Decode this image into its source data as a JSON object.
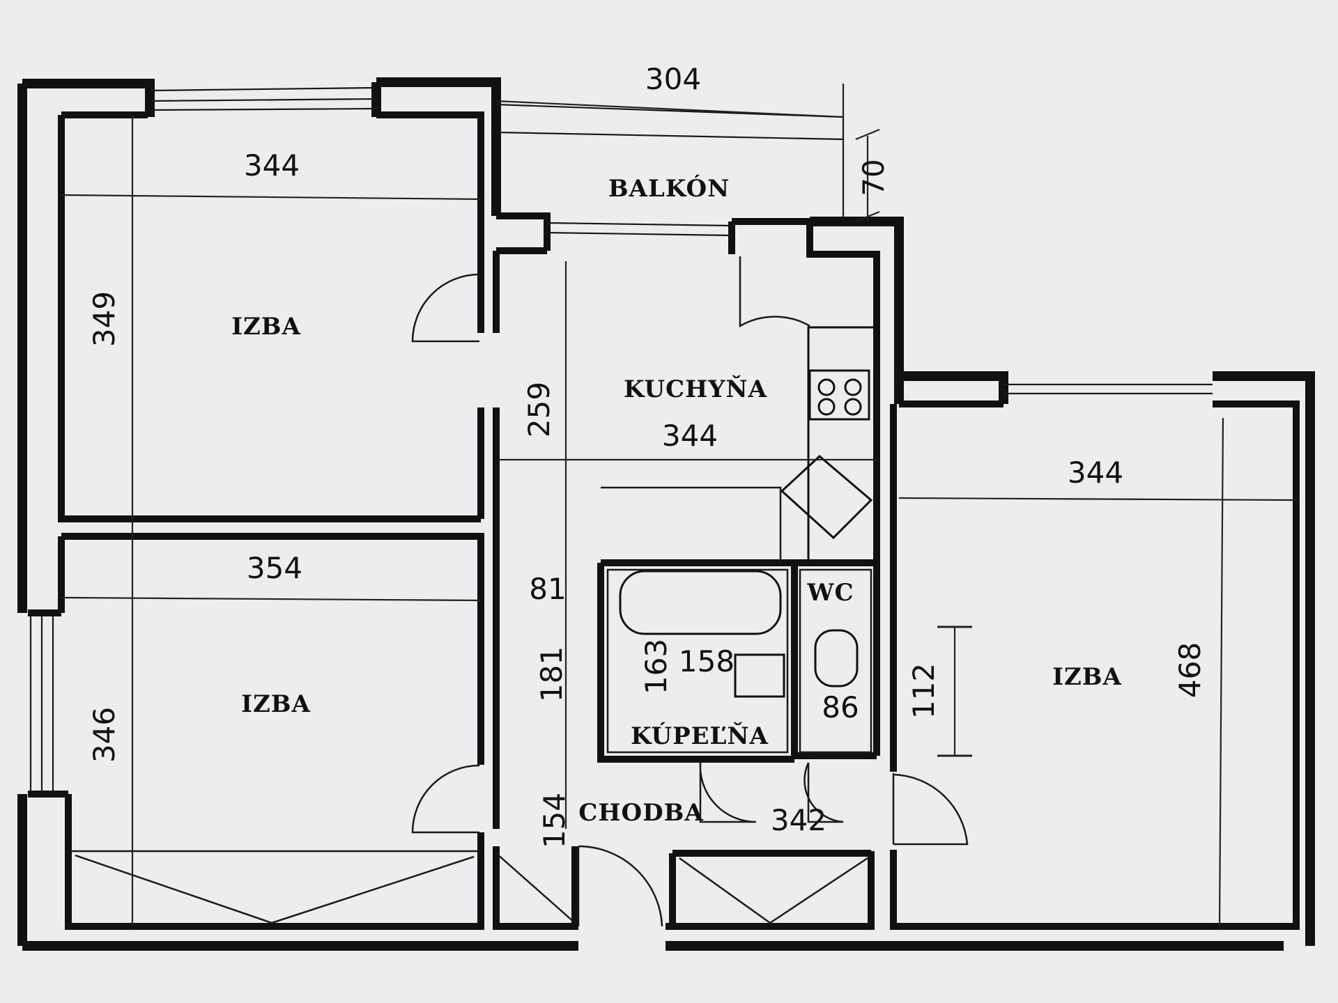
{
  "rooms": {
    "izba_top_left": "IZBA",
    "izba_bottom_left": "IZBA",
    "izba_right": "IZBA",
    "balkon": "BALKÓN",
    "kuchyna": "KUCHYŇA",
    "kupelna": "KÚPEĽŇA",
    "wc": "WC",
    "chodba": "CHODBA"
  },
  "dimensions": {
    "balkon_width": "304",
    "balkon_depth": "70",
    "izba_top_left_width": "344",
    "izba_top_left_depth": "349",
    "izba_bottom_left_width": "354",
    "izba_bottom_left_depth": "346",
    "kuchyna_width": "344",
    "kuchyna_depth": "259",
    "gap_81": "81",
    "kupelna_width": "158",
    "kupelna_depth": "163",
    "bath_hall_181": "181",
    "wc_width": "86",
    "chodba_width": "342",
    "chodba_depth": "154",
    "right_112": "112",
    "izba_right_width": "344",
    "izba_right_depth": "468"
  }
}
